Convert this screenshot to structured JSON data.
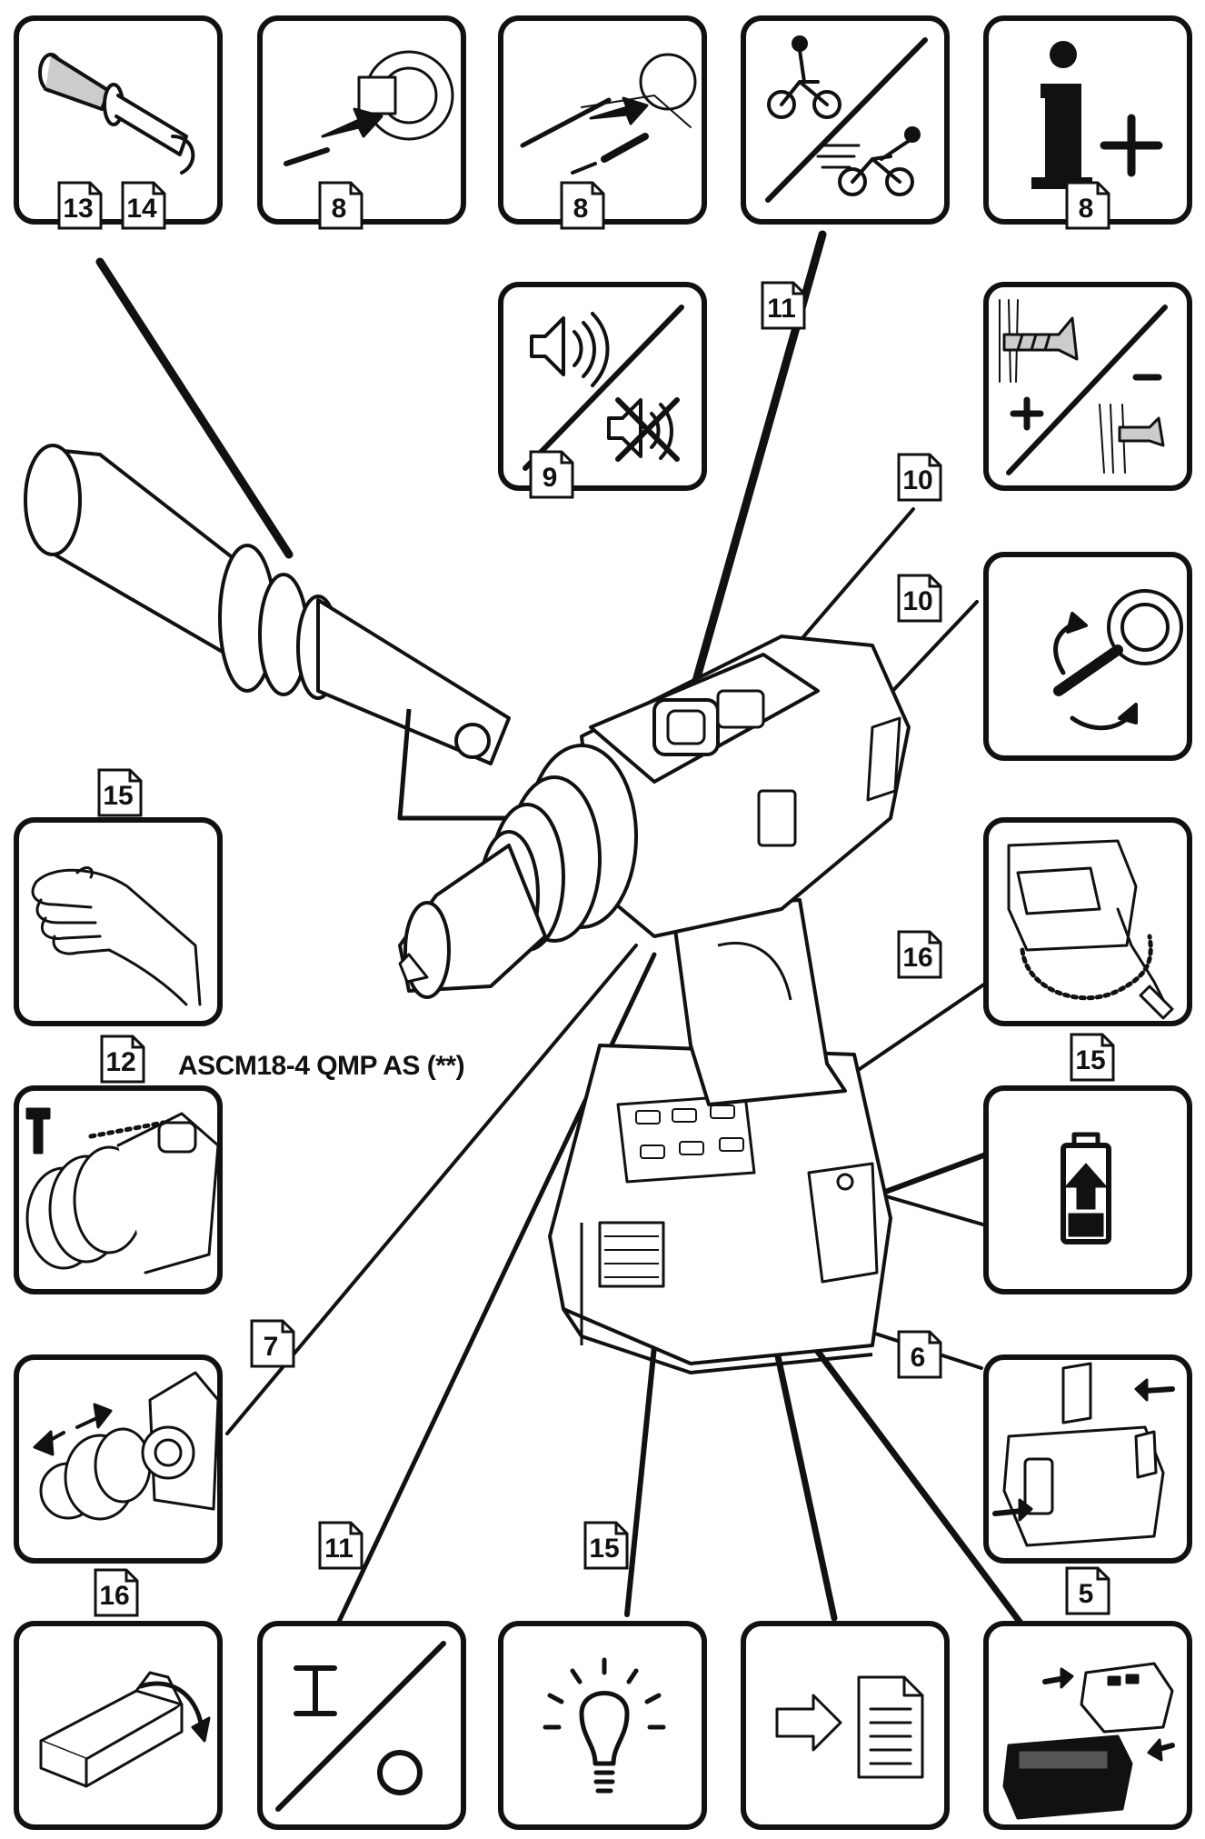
{
  "model_label": "ASCM18-4 QMP AS (**)",
  "panels": [
    {
      "id": "grip-handle",
      "tags": [
        "13",
        "14"
      ]
    },
    {
      "id": "bit-insert",
      "tags": [
        "8"
      ]
    },
    {
      "id": "bit-drill-insert",
      "tags": [
        "8"
      ]
    },
    {
      "id": "speed-slow-fast",
      "tags": [
        "11"
      ]
    },
    {
      "id": "info-plus",
      "tags": [
        "8"
      ]
    },
    {
      "id": "sound-on-off",
      "tags": [
        "9"
      ]
    },
    {
      "id": "torque-plus-minus",
      "tags": [
        "10"
      ]
    },
    {
      "id": "rotation-direction",
      "tags": [
        "10"
      ]
    },
    {
      "id": "hand-vibration",
      "tags": [
        "15"
      ]
    },
    {
      "id": "battery-lanyard",
      "tags": [
        "16"
      ]
    },
    {
      "id": "quick-chuck-mode",
      "tags": [
        "12"
      ]
    },
    {
      "id": "battery-charge",
      "tags": [
        "15"
      ]
    },
    {
      "id": "chuck-change",
      "tags": [
        "7"
      ]
    },
    {
      "id": "belt-clip",
      "tags": [
        "6"
      ]
    },
    {
      "id": "packaging",
      "tags": [
        "16"
      ]
    },
    {
      "id": "power-on-off",
      "tags": [
        "11"
      ]
    },
    {
      "id": "work-light",
      "tags": [
        "15"
      ]
    },
    {
      "id": "document-reference",
      "tags": []
    },
    {
      "id": "battery-removal",
      "tags": [
        "5"
      ]
    }
  ],
  "callouts": [
    {
      "id": "callout-10-upper",
      "tag": "10"
    },
    {
      "id": "callout-10-lower",
      "tag": "10"
    },
    {
      "id": "callout-16",
      "tag": "16"
    },
    {
      "id": "callout-6",
      "tag": "6"
    },
    {
      "id": "callout-7",
      "tag": "7"
    },
    {
      "id": "callout-11-top",
      "tag": "11"
    },
    {
      "id": "callout-11-bottom",
      "tag": "11"
    },
    {
      "id": "callout-15-bottom",
      "tag": "15"
    },
    {
      "id": "callout-5",
      "tag": "5"
    },
    {
      "id": "callout-15-battery",
      "tag": "15"
    }
  ],
  "colors": {
    "ink": "#111111",
    "paper": "#ffffff",
    "shade": "#d8d8d8"
  }
}
